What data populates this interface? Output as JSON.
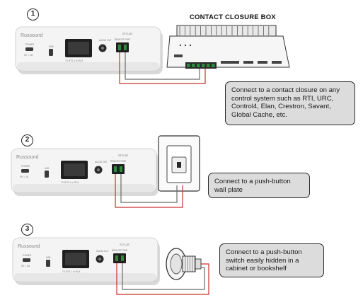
{
  "colors": {
    "wire_red": "#c8322c",
    "wire_gray": "#6b6b6b",
    "device_body": "#f4f4f4",
    "callout_bg": "#dcdcdc",
    "terminal_green": "#2c8a3c"
  },
  "device_labels": {
    "brand": "Russound",
    "model": "STS-2E",
    "power": "POWER",
    "power_spec": "5V = 2A",
    "usb": "USB",
    "ethernet": "TX BTS-1 or RCA",
    "audio_out": "AUDIO OUT",
    "remote_pwr": "REMOTE PWR"
  },
  "steps": [
    {
      "number": "1",
      "device_name": "CONTACT CLOSURE BOX",
      "callout": "Connect to a contact closure on any control system such as RTI, URC, Control4, Elan, Crestron, Savant, Global Cache, etc.",
      "icon": "contact-closure-box-icon"
    },
    {
      "number": "2",
      "callout": "Connect to a push-button wall plate",
      "icon": "wall-plate-switch-icon"
    },
    {
      "number": "3",
      "callout": "Connect to a push-button switch easily hidden in a cabinet or bookshelf",
      "icon": "push-button-switch-icon"
    }
  ]
}
